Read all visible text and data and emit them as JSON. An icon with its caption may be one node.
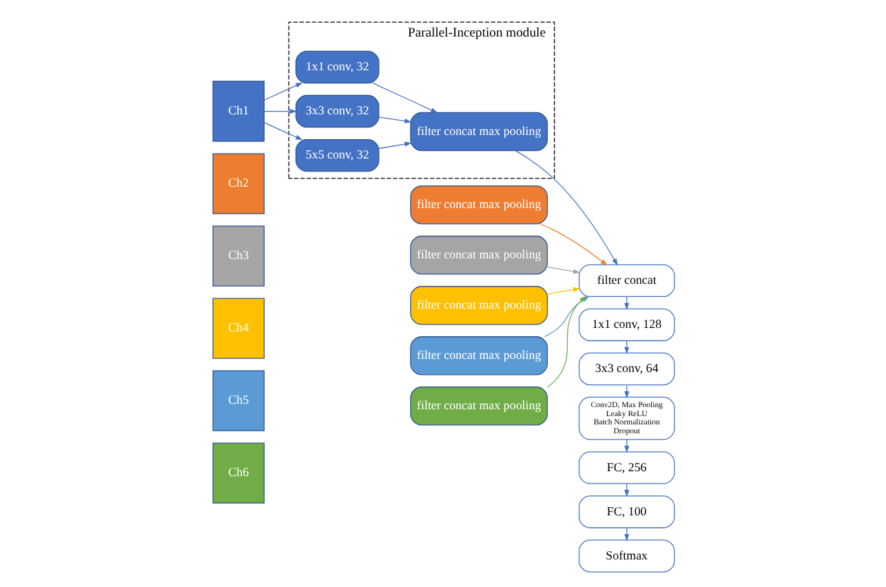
{
  "diagram": {
    "nodes": [
      {
        "text": [
          "Ch1"
        ]
      },
      {
        "text": [
          "Ch2"
        ]
      },
      {
        "text": [
          "Ch3"
        ]
      },
      {
        "text": [
          "Ch4"
        ]
      },
      {
        "text": [
          "Ch5"
        ]
      },
      {
        "text": [
          "Ch6"
        ]
      },
      {
        "text": [
          "Parallel-Inception module"
        ]
      },
      {
        "text": [
          "1x1 conv, 32"
        ],
        "in": 6
      },
      {
        "text": [
          "3x3 conv, 32"
        ],
        "in": 6
      },
      {
        "text": [
          "5x5 conv, 32"
        ],
        "in": 6
      },
      {
        "text": [
          "filter concat max pooling"
        ],
        "in": 6
      },
      {
        "text": [
          "filter concat max pooling"
        ]
      },
      {
        "text": [
          "filter concat max pooling"
        ]
      },
      {
        "text": [
          "filter concat max pooling"
        ]
      },
      {
        "text": [
          "filter concat max pooling"
        ]
      },
      {
        "text": [
          "filter concat max pooling"
        ]
      },
      {
        "text": [
          "filter concat"
        ]
      },
      {
        "text": [
          "1x1 conv, 128"
        ]
      },
      {
        "text": [
          "3x3 conv, 64"
        ]
      },
      {
        "text": [
          "Conv2D, Max Pooling",
          "Leaky ReLU",
          "Batch Normalization",
          "Dropout"
        ]
      },
      {
        "text": [
          "FC, 256"
        ]
      },
      {
        "text": [
          "FC, 100"
        ]
      },
      {
        "text": [
          "Softmax"
        ]
      }
    ],
    "edges": [
      {
        "from": 0,
        "to": 7,
        "arrow": "to"
      },
      {
        "from": 0,
        "to": 8,
        "arrow": "to"
      },
      {
        "from": 0,
        "to": 9,
        "arrow": "to"
      },
      {
        "from": 7,
        "to": 10,
        "arrow": "to"
      },
      {
        "from": 8,
        "to": 10,
        "arrow": "to"
      },
      {
        "from": 9,
        "to": 10,
        "arrow": "to"
      },
      {
        "from": 10,
        "to": 16,
        "arrow": "to"
      },
      {
        "from": 11,
        "to": 16,
        "arrow": "to",
        "color": "#ed7d31"
      },
      {
        "from": 12,
        "to": 16,
        "arrow": "to",
        "color": "#a5a5a5"
      },
      {
        "from": 13,
        "to": 16,
        "arrow": "to",
        "color": "#ffc000"
      },
      {
        "from": 14,
        "to": 16,
        "arrow": "to",
        "color": "#5b9bd5"
      },
      {
        "from": 15,
        "to": 16,
        "arrow": "to",
        "color": "#70ad47"
      },
      {
        "from": 16,
        "to": 17,
        "arrow": "to"
      },
      {
        "from": 17,
        "to": 18,
        "arrow": "to"
      },
      {
        "from": 18,
        "to": 19,
        "arrow": "to"
      },
      {
        "from": 19,
        "to": 20,
        "arrow": "to"
      },
      {
        "from": 20,
        "to": 21,
        "arrow": "to"
      },
      {
        "from": 21,
        "to": 22,
        "arrow": "to"
      }
    ]
  }
}
